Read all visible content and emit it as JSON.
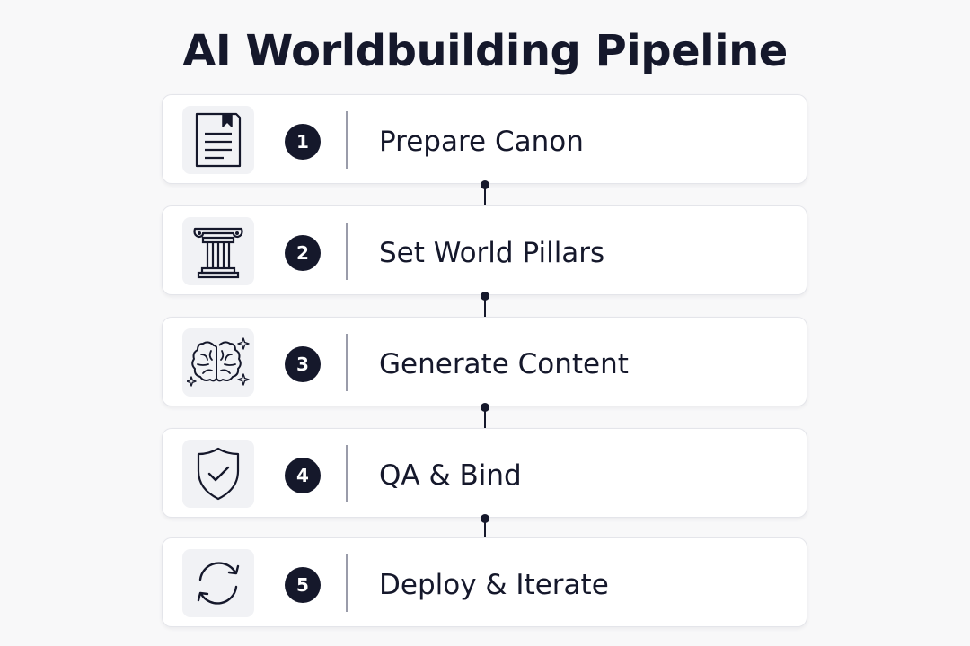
{
  "title": "AI Worldbuilding Pipeline",
  "steps": [
    {
      "number": "1",
      "label": "Prepare Canon",
      "icon": "document-icon"
    },
    {
      "number": "2",
      "label": "Set World Pillars",
      "icon": "column-pillar-icon"
    },
    {
      "number": "3",
      "label": "Generate Content",
      "icon": "brain-sparkle-icon"
    },
    {
      "number": "4",
      "label": "QA & Bind",
      "icon": "shield-check-icon"
    },
    {
      "number": "5",
      "label": "Deploy & Iterate",
      "icon": "refresh-cycle-icon"
    }
  ],
  "colors": {
    "background": "#f8f8f9",
    "card": "#ffffff",
    "accent": "#15182b",
    "icon_tile": "#f1f2f5"
  }
}
